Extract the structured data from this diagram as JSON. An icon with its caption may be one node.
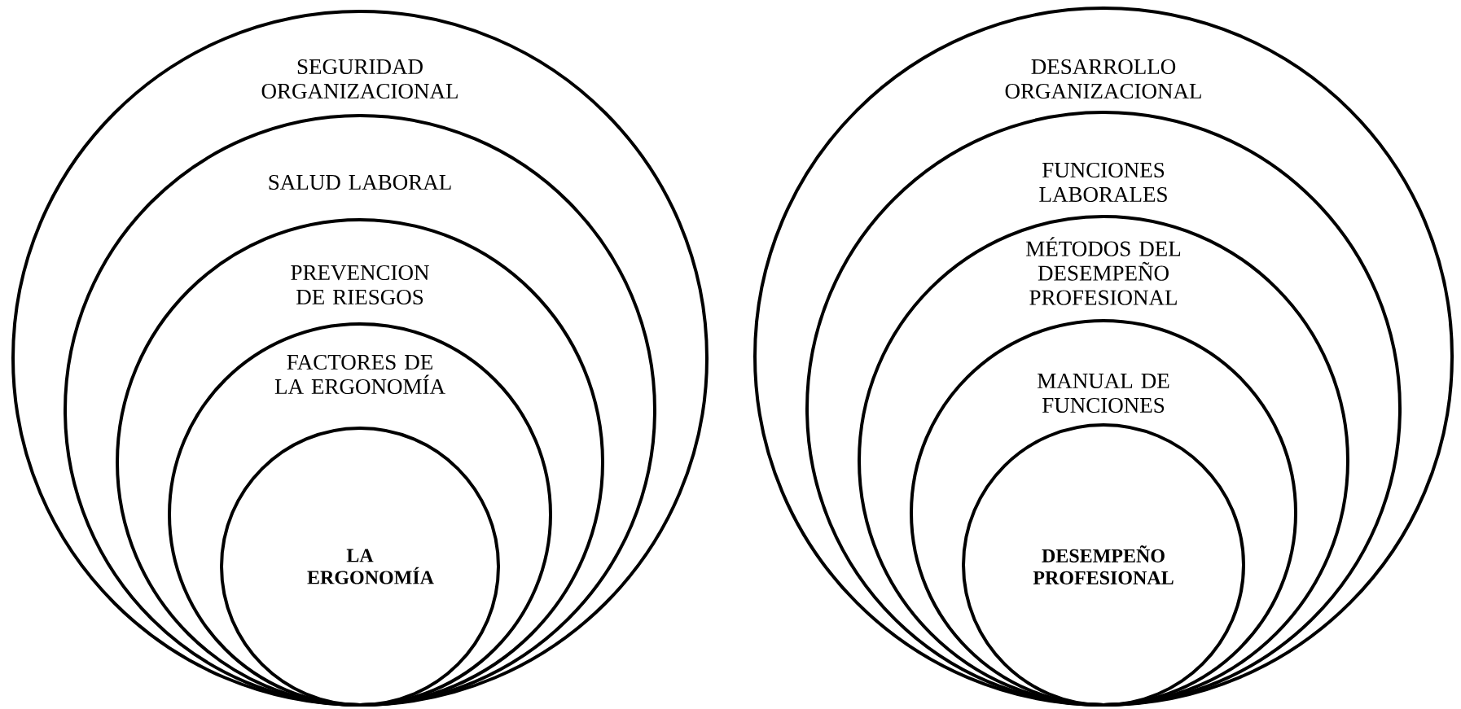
{
  "diagram": {
    "nodes": [
      {
        "text": [
          "SEGURIDAD ORGANIZACIONAL"
        ]
      },
      {
        "text": [
          "SALUD LABORAL"
        ],
        "in": 0
      },
      {
        "text": [
          "PREVENCION DE RIESGOS"
        ],
        "in": 1
      },
      {
        "text": [
          "FACTORES DE LA ERGONOMÍA"
        ],
        "in": 2
      },
      {
        "text": [
          "LA ERGONOMÍA"
        ],
        "in": 3
      },
      {
        "text": [
          "DESARROLLO ORGANIZACIONAL"
        ]
      },
      {
        "text": [
          "FUNCIONES LABORALES"
        ],
        "in": 5
      },
      {
        "text": [
          "MÉTODOS DEL DESEMPEÑO PROFESIONAL"
        ],
        "in": 6
      },
      {
        "text": [
          "MANUAL DE FUNCIONES"
        ],
        "in": 7
      },
      {
        "text": [
          "DESEMPEÑO PROFESIONAL"
        ],
        "in": 8
      }
    ]
  }
}
